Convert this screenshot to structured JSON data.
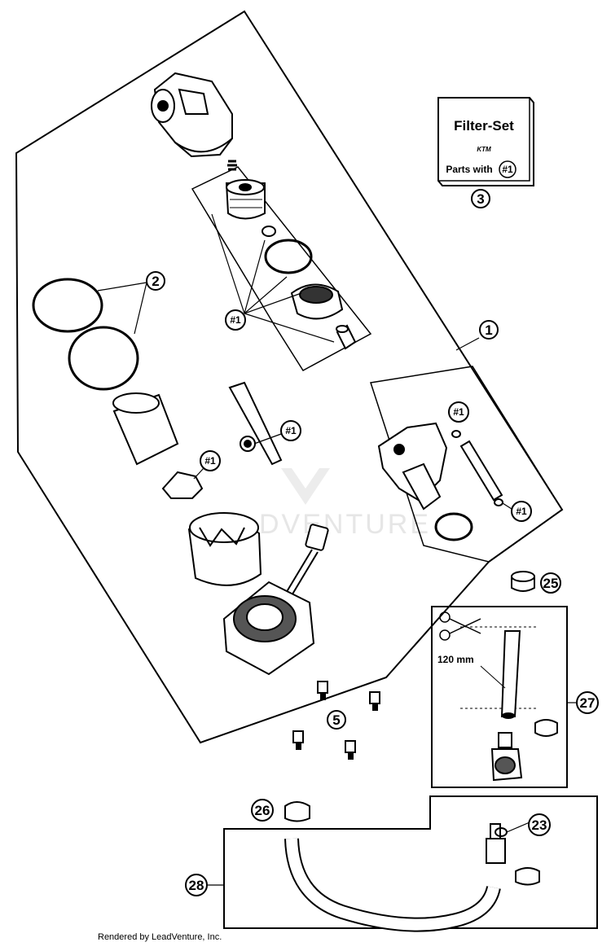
{
  "filter_set": {
    "title": "Filter-Set",
    "brand": "KTM",
    "parts_with": "Parts with",
    "parts_ref": "#1"
  },
  "callouts": {
    "c1": "1",
    "c2": "2",
    "c3": "3",
    "c5": "5",
    "c23": "23",
    "c25": "25",
    "c26": "26",
    "c27": "27",
    "c28": "28",
    "ref": "#1"
  },
  "measure_label": "120 mm",
  "watermark": "DVENTURE",
  "footer": "Rendered by LeadVenture, Inc."
}
